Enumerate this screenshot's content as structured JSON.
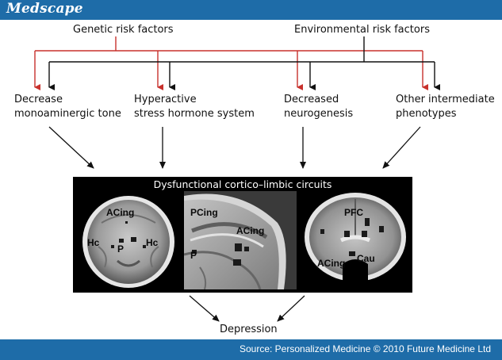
{
  "header": {
    "brand": "Medscape"
  },
  "risk_factors": {
    "genetic": "Genetic risk factors",
    "environmental": "Environmental risk factors"
  },
  "intermediates": [
    {
      "lines": [
        "Decrease",
        "monoaminergic tone"
      ]
    },
    {
      "lines": [
        "Hyperactive",
        "stress hormone system"
      ]
    },
    {
      "lines": [
        "Decreased",
        "neurogenesis"
      ]
    },
    {
      "lines": [
        "Other intermediate",
        "phenotypes"
      ]
    }
  ],
  "brain_panel": {
    "title": "Dysfunctional cortico–limbic circuits",
    "scans": [
      {
        "view": "axial",
        "regions": [
          "ACing",
          "Hc",
          "P",
          "Hc"
        ]
      },
      {
        "view": "sagittal",
        "regions": [
          "PCing",
          "ACing",
          "P"
        ]
      },
      {
        "view": "coronal",
        "regions": [
          "PFC",
          "ACing",
          "Cau"
        ]
      }
    ]
  },
  "outcome": "Depression",
  "colors": {
    "genetic_arrow": "#c8312c",
    "environmental_arrow": "#111111",
    "brand_bar": "#1e6ca8"
  },
  "footer": {
    "source": "Source: Personalized Medicine © 2010 Future Medicine Ltd"
  }
}
